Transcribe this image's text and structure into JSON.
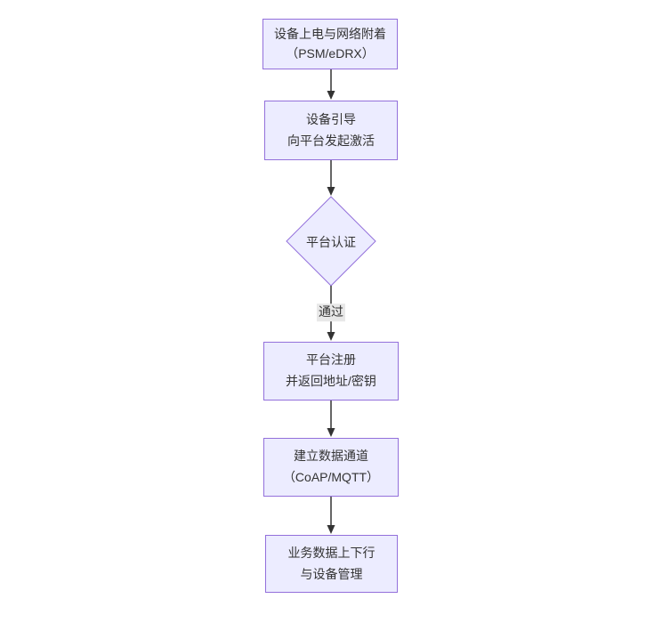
{
  "diagram": {
    "type": "flowchart",
    "direction": "top-down",
    "colors": {
      "node_fill": "#ECECFF",
      "node_border": "#9370DB",
      "text": "#333333",
      "edge_stroke": "#333333",
      "edge_label_bg": "#e8e8e8",
      "background": "#ffffff"
    },
    "nodes": [
      {
        "id": "power-attach",
        "shape": "rect",
        "lines": [
          "设备上电与网络附着",
          "（PSM/eDRX）"
        ]
      },
      {
        "id": "bootstrap",
        "shape": "rect",
        "lines": [
          "设备引导",
          "向平台发起激活"
        ]
      },
      {
        "id": "platform-auth",
        "shape": "diamond",
        "lines": [
          "平台认证"
        ]
      },
      {
        "id": "register",
        "shape": "rect",
        "lines": [
          "平台注册",
          "并返回地址/密钥"
        ]
      },
      {
        "id": "data-channel",
        "shape": "rect",
        "lines": [
          "建立数据通道",
          "（CoAP/MQTT）"
        ]
      },
      {
        "id": "business",
        "shape": "rect",
        "lines": [
          "业务数据上下行",
          "与设备管理"
        ]
      }
    ],
    "edges": [
      {
        "from": "power-attach",
        "to": "bootstrap",
        "label": ""
      },
      {
        "from": "bootstrap",
        "to": "platform-auth",
        "label": ""
      },
      {
        "from": "platform-auth",
        "to": "register",
        "label": "通过"
      },
      {
        "from": "register",
        "to": "data-channel",
        "label": ""
      },
      {
        "from": "data-channel",
        "to": "business",
        "label": ""
      }
    ]
  }
}
